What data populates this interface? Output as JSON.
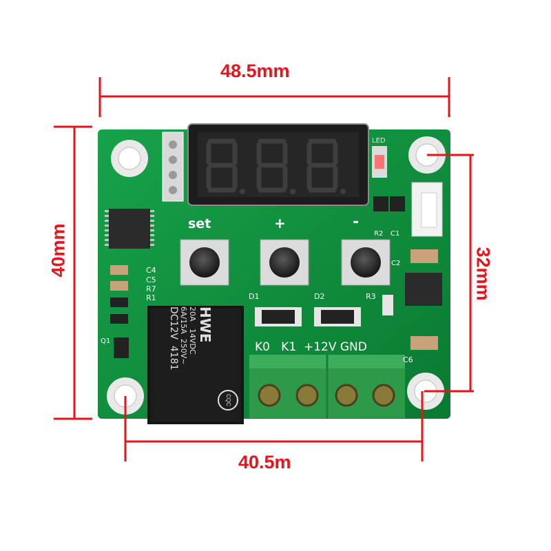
{
  "dimensions": {
    "top_width": "48.5mm",
    "left_height": "40mm",
    "right_hole_spacing": "32mm",
    "bottom_hole_spacing": "40.5m"
  },
  "silkscreen": {
    "set": "set",
    "plus": "+",
    "minus": "-",
    "led": "LED",
    "r2": "R2",
    "c1": "C1",
    "c2": "C2",
    "c4": "C4",
    "c5": "C5",
    "r7": "R7",
    "r1": "R1",
    "q1": "Q1",
    "d1": "D1",
    "d2": "D2",
    "r3": "R3",
    "c6": "C6",
    "terminals": "K0   K1  +12V GND"
  },
  "relay": {
    "brand": "HWE",
    "lines": [
      "20A   14VDC",
      "6A/15A  250V~",
      "DC12V  4181"
    ],
    "cert": "CQC"
  },
  "colors": {
    "pcb": "#0f8a3a",
    "dimension": "#e8131b",
    "terminal": "#2d9a4a",
    "display": "#1c1c1c"
  }
}
